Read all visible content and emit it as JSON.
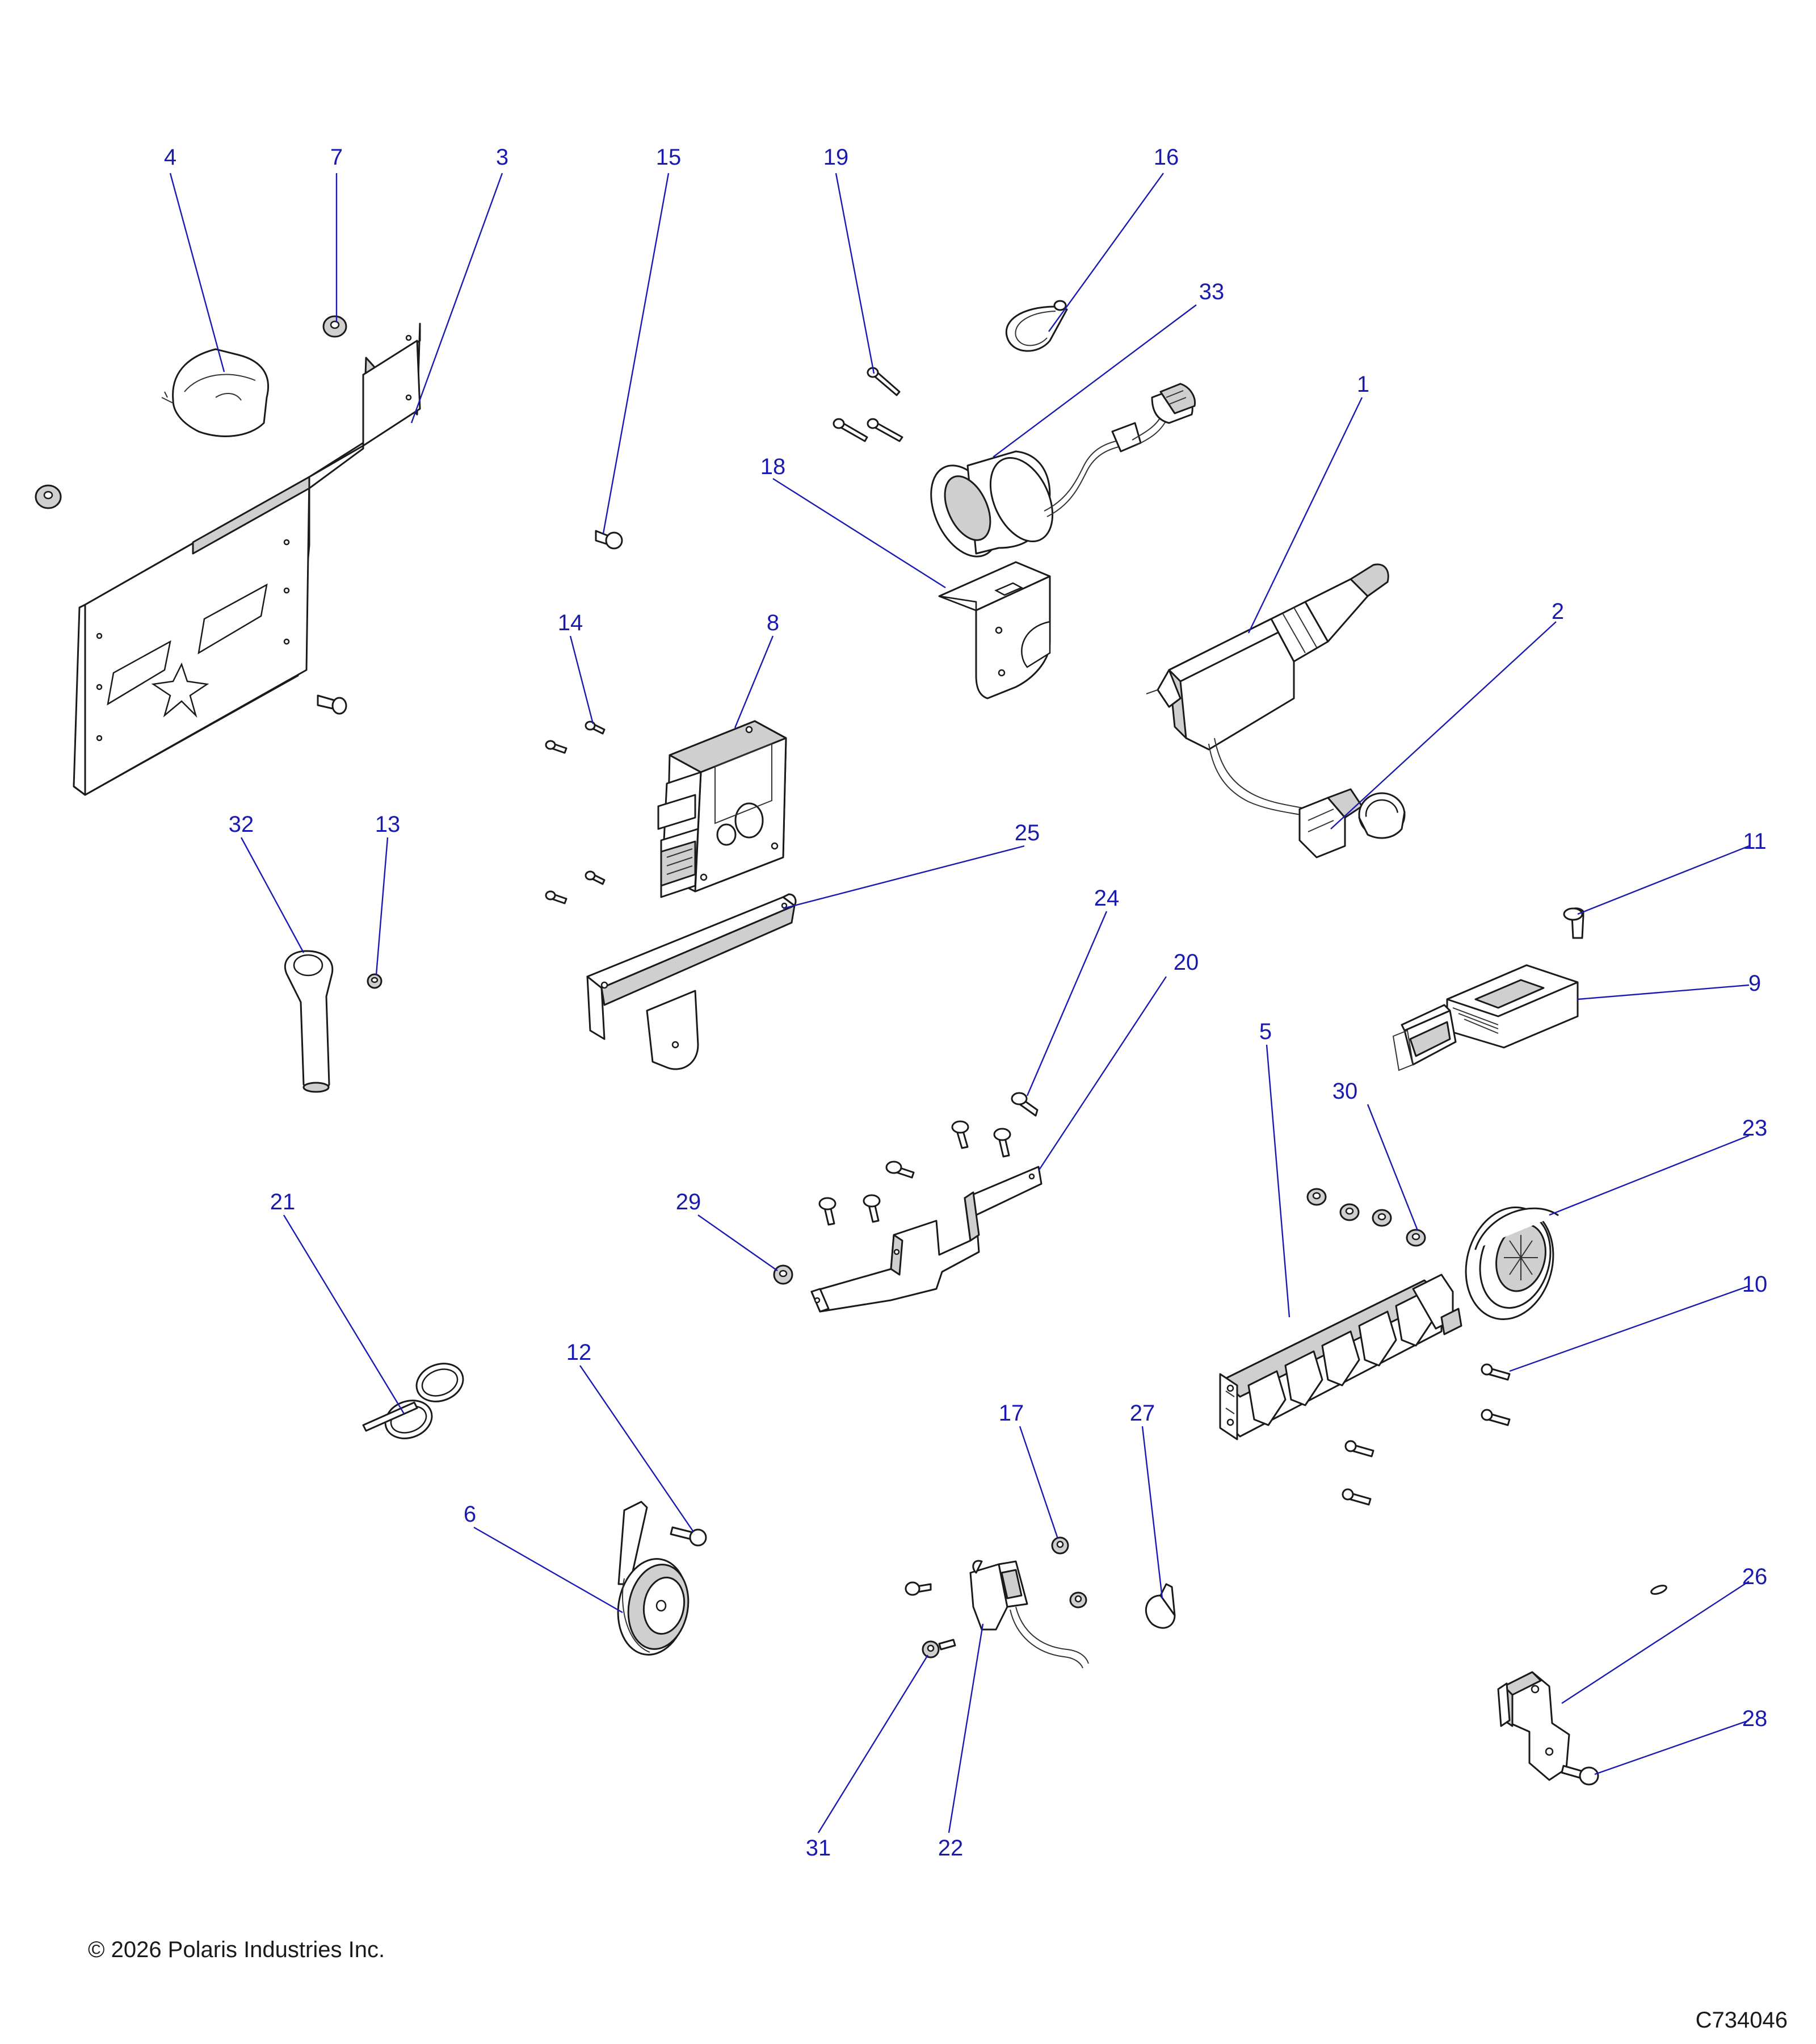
{
  "callouts": {
    "c1": "1",
    "c2": "2",
    "c3": "3",
    "c4": "4",
    "c5": "5",
    "c6": "6",
    "c7": "7",
    "c8": "8",
    "c9": "9",
    "c10": "10",
    "c11": "11",
    "c12": "12",
    "c13": "13",
    "c14": "14",
    "c15": "15",
    "c16": "16",
    "c17": "17",
    "c18": "18",
    "c19": "19",
    "c20": "20",
    "c21": "21",
    "c22": "22",
    "c23": "23",
    "c24": "24",
    "c25": "25",
    "c26": "26",
    "c27": "27",
    "c28": "28",
    "c29": "29",
    "c30": "30",
    "c31": "31",
    "c32": "32",
    "c33": "33"
  },
  "footer": {
    "copyright": "© 2026 Polaris Industries Inc.",
    "figure_id": "C734046"
  },
  "colors": {
    "callout": "#1a1ab0",
    "line_art": "#1a1a1a",
    "shade": "#cfcfcf",
    "background": "#ffffff"
  }
}
